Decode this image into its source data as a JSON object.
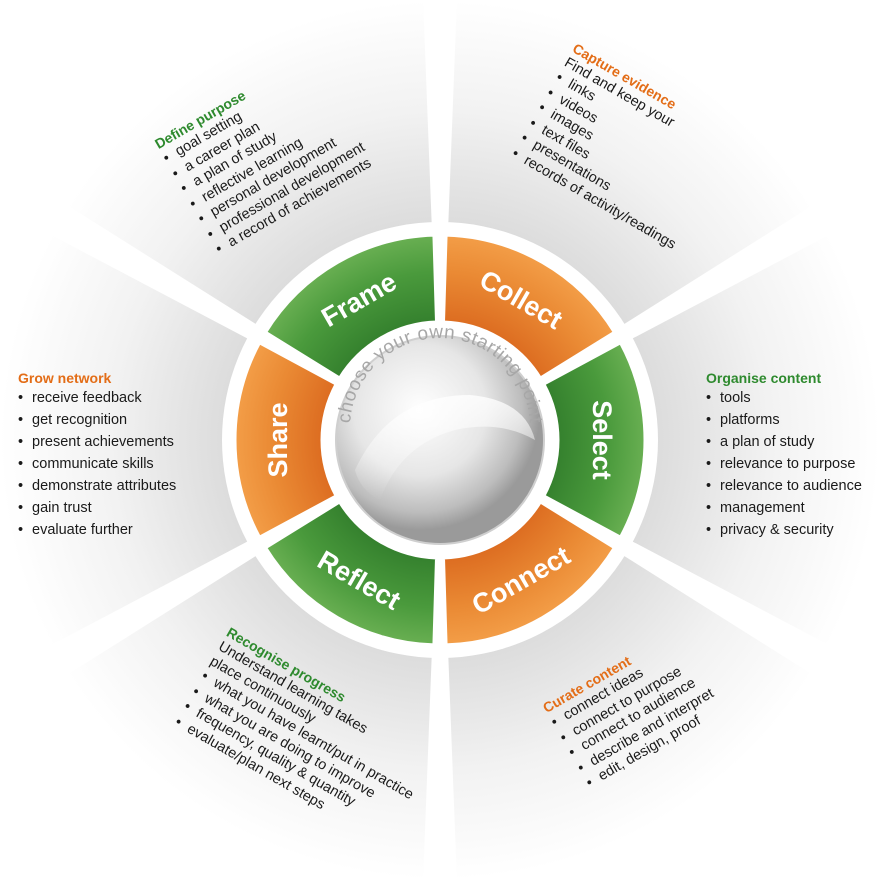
{
  "center": {
    "text": "choose your own starting point"
  },
  "segments": [
    {
      "id": "frame",
      "label": "Frame",
      "color": "green"
    },
    {
      "id": "collect",
      "label": "Collect",
      "color": "orange"
    },
    {
      "id": "select",
      "label": "Select",
      "color": "green"
    },
    {
      "id": "connect",
      "label": "Connect",
      "color": "orange"
    },
    {
      "id": "reflect",
      "label": "Reflect",
      "color": "green"
    },
    {
      "id": "share",
      "label": "Share",
      "color": "orange"
    }
  ],
  "colors": {
    "green": "#3f8f37",
    "orange": "#e07a25",
    "heading_green": "#2e8a2e",
    "heading_orange": "#e36d17"
  },
  "panels": {
    "define": {
      "title": "Define purpose",
      "items": [
        "goal setting",
        "a career plan",
        "a plan of study",
        "reflective learning",
        "personal development",
        "professional development",
        "a record of achievements"
      ]
    },
    "capture": {
      "title": "Capture evidence",
      "intro": "Find and keep your",
      "items": [
        "links",
        "videos",
        "images",
        "text files",
        "presentations",
        "records of activity/readings"
      ]
    },
    "organise": {
      "title": "Organise content",
      "items": [
        "tools",
        "platforms",
        "a plan of study",
        "relevance to purpose",
        "relevance to audience",
        "management",
        "privacy & security"
      ]
    },
    "curate": {
      "title": "Curate content",
      "items": [
        "connect ideas",
        "connect to purpose",
        "connect to audience",
        "describe and interpret",
        "edit, design, proof"
      ]
    },
    "recognise": {
      "title": "Recognise progress",
      "intro1": "Understand learning takes",
      "intro2": "place continuously",
      "items": [
        "what you have learnt/put in practice",
        "what you are doing to improve",
        "frequency, quality & quantity",
        "evaluate/plan next steps"
      ]
    },
    "grow": {
      "title": "Grow network",
      "items": [
        "receive feedback",
        "get recognition",
        "present achievements",
        "communicate skills",
        "demonstrate attributes",
        "gain trust",
        "evaluate further"
      ]
    }
  }
}
